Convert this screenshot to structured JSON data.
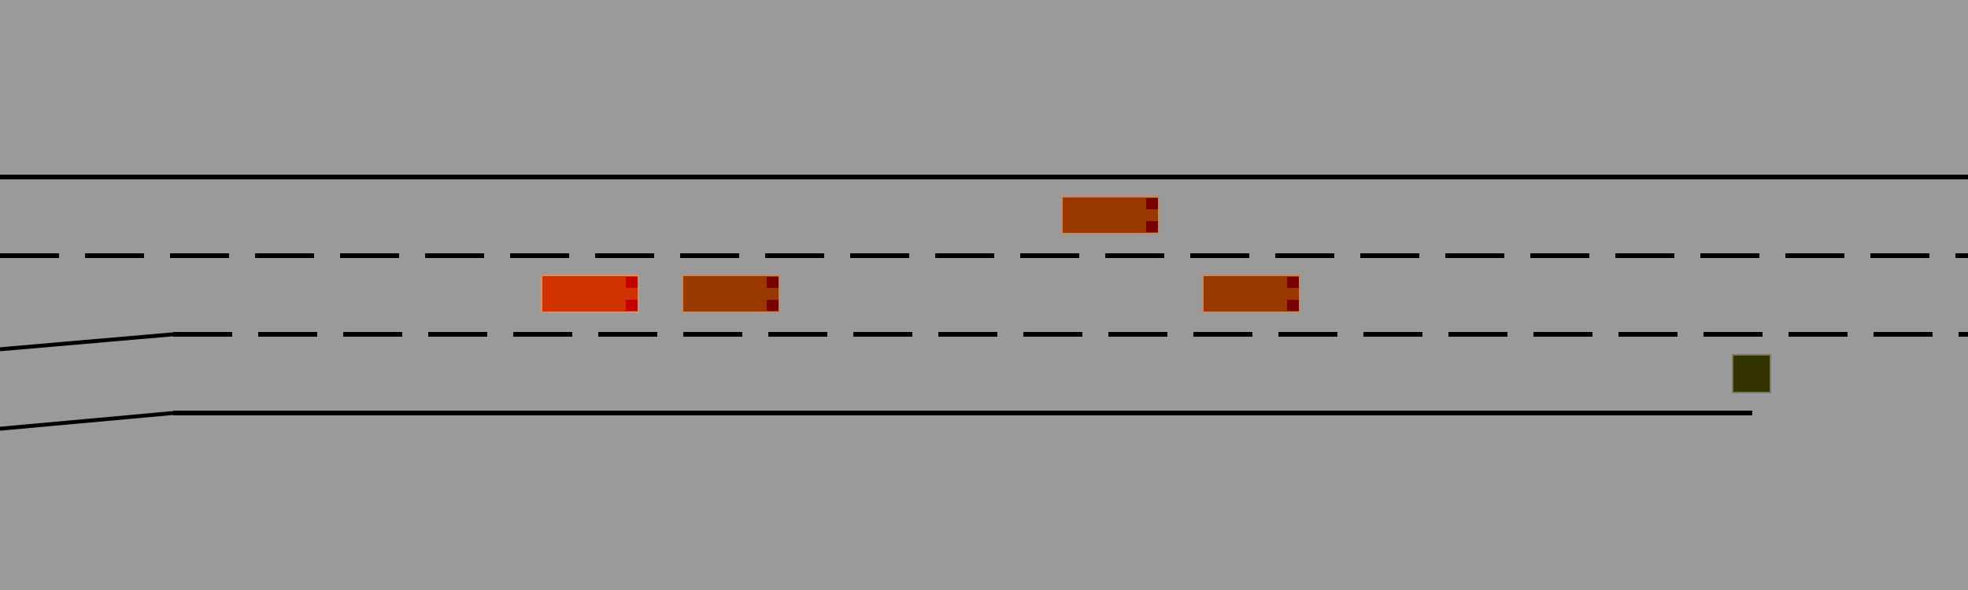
{
  "scene": {
    "background": "#9a9a9a",
    "line_color": "#000000",
    "lanes": 3,
    "vehicles": [
      {
        "id": "ego",
        "role": "controlled-vehicle",
        "lane": 2,
        "body_color": "#d13300",
        "light_color": "#c40000",
        "heading": "right"
      },
      {
        "id": "v1",
        "role": "other-vehicle",
        "lane": 2,
        "body_color": "#993900",
        "light_color": "#7a0000",
        "heading": "right"
      },
      {
        "id": "v2",
        "role": "other-vehicle",
        "lane": 1,
        "body_color": "#993900",
        "light_color": "#7a0000",
        "heading": "right"
      },
      {
        "id": "v3",
        "role": "other-vehicle",
        "lane": 2,
        "body_color": "#993900",
        "light_color": "#7a0000",
        "heading": "right"
      }
    ],
    "obstacle": {
      "color": "#333300",
      "lane": "merge-lane-end"
    }
  }
}
